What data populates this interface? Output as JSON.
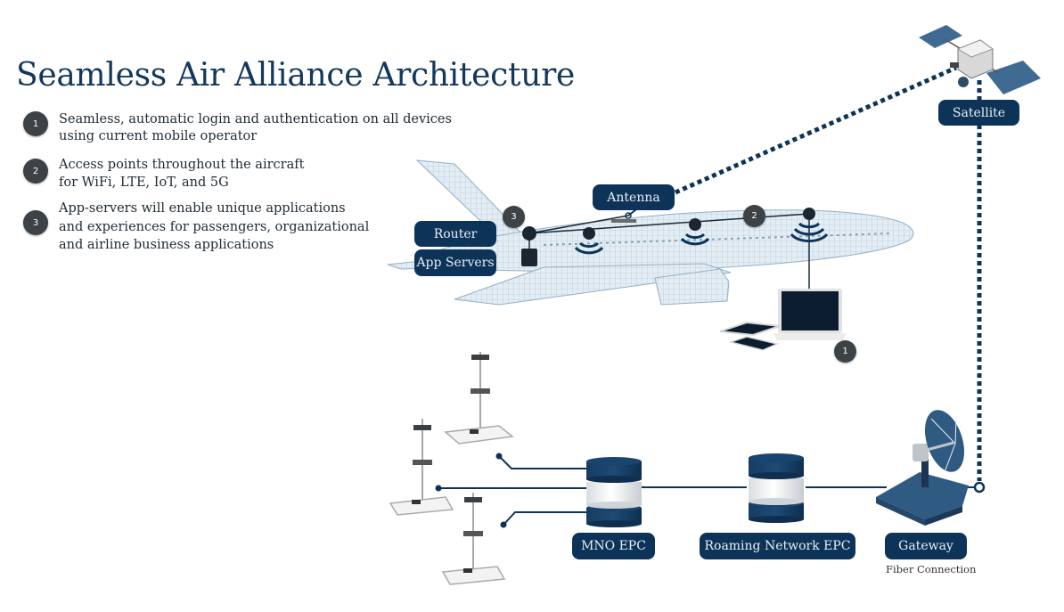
{
  "title": "Seamless Air Alliance Architecture",
  "bullets": [
    {
      "number": "1",
      "lines": [
        "Seamless, automatic login and authentication on all devices",
        "using current mobile operator"
      ]
    },
    {
      "number": "2",
      "lines": [
        "Access points throughout the aircraft",
        "for WiFi, LTE, IoT, and 5G"
      ]
    },
    {
      "number": "3",
      "lines": [
        "App-servers will enable unique applications",
        "and experiences for passengers, organizational",
        "and airline business  applications"
      ]
    }
  ],
  "labels": {
    "satellite": "Satellite",
    "antenna": "Antenna",
    "router": "Router",
    "app_servers": "App Servers",
    "mno_epc": "MNO EPC",
    "roaming_epc": "Roaming Network EPC",
    "gateway": "Gateway",
    "fiber_caption": "Fiber Connection"
  },
  "markers": {
    "router": "3",
    "access_point": "2",
    "devices": "1"
  },
  "colors": {
    "navy": "#0d3458",
    "marker": "#3d4247",
    "plane": "#a9c3d6"
  }
}
